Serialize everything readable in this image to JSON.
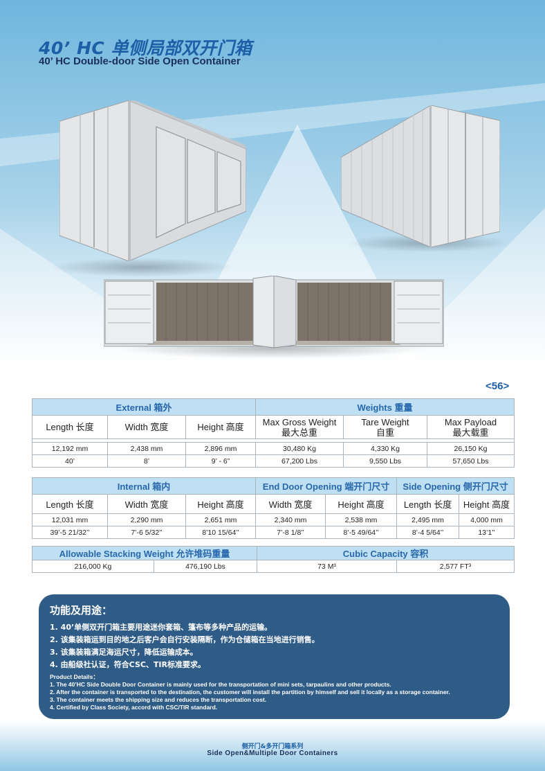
{
  "title": {
    "cn": "40’ HC 单侧局部双开门箱",
    "en": "40’ HC Double-door Side Open Container"
  },
  "page_number": "<56>",
  "colors": {
    "title_blue": "#1d5fa6",
    "header_fill": "#bfe0f2",
    "desc_box": "#2f5b87"
  },
  "table1": {
    "external_header": "External 箱外",
    "weights_header": "Weights 重量",
    "columns": [
      {
        "line1": "Length 长度",
        "line2": ""
      },
      {
        "line1": "Width 宽度",
        "line2": ""
      },
      {
        "line1": "Height 高度",
        "line2": ""
      },
      {
        "line1": "Max Gross Weight",
        "line2": "最大总重"
      },
      {
        "line1": "Tare Weight",
        "line2": "自重"
      },
      {
        "line1": "Max Payload",
        "line2": "最大载重"
      }
    ],
    "rows": [
      [
        "12,192 mm",
        "2,438 mm",
        "2,896 mm",
        "30,480 Kg",
        "4,330 Kg",
        "26,150 Kg"
      ],
      [
        "40’",
        "8’",
        "9’ - 6”",
        "67,200 Lbs",
        "9,550 Lbs",
        "57,650 Lbs"
      ]
    ]
  },
  "table2": {
    "internal_header": "Internal 箱内",
    "end_door_header": "End Door Opening 端开门尺寸",
    "side_opening_header": "Side Opening 侧开门尺寸",
    "columns": [
      "Length 长度",
      "Width 宽度",
      "Height 高度",
      "Width 宽度",
      "Height 高度",
      "Length 长度",
      "Height 高度"
    ],
    "rows": [
      [
        "12,031 mm",
        "2,290 mm",
        "2,651 mm",
        "2,340 mm",
        "2,538 mm",
        "2,495 mm",
        "4,000 mm"
      ],
      [
        "39’-5 21/32’’",
        "7’-6 5/32’’",
        "8’10 15/64’’",
        "7’-8 1/8’’",
        "8’-5 49/64’’",
        "8’-4 5/64’’",
        "13’1’’"
      ]
    ]
  },
  "table3": {
    "stacking_header": "Allowable Stacking Weight 允许堆码重量",
    "cubic_header": "Cubic Capacity 容积",
    "values": [
      "216,000 Kg",
      "476,190 Lbs",
      "73 M³",
      "2,577 FT³"
    ]
  },
  "description": {
    "title": "功能及用途：",
    "cn_items": [
      "1. 40’单侧双开门箱主要用途迷你套箱、篷布等多种产品的运输。",
      "2. 该集装箱运到目的地之后客户会自行安装隔断，作为仓储箱在当地进行销售。",
      "3. 该集装箱满足海运尺寸，降低运输成本。",
      "4. 由船级社认证，符合CSC、TIR标准要求。"
    ],
    "en_title": "Product Details：",
    "en_items": [
      "1. The 40’HC Side Double Door Container is mainly used for the transportation of mini sets, tarpaulins and other products.",
      "2. After the container is transported to the destination, the customer will install the partition by himself and sell it locally as a storage container.",
      "3. The container meets the shipping size and reduces the transportation cost.",
      "4. Certified by Class Society, accord with CSC/TIR standard."
    ]
  },
  "footer": {
    "cn": "侧开门&多开门箱系列",
    "en": "Side Open&Multiple Door Containers"
  }
}
